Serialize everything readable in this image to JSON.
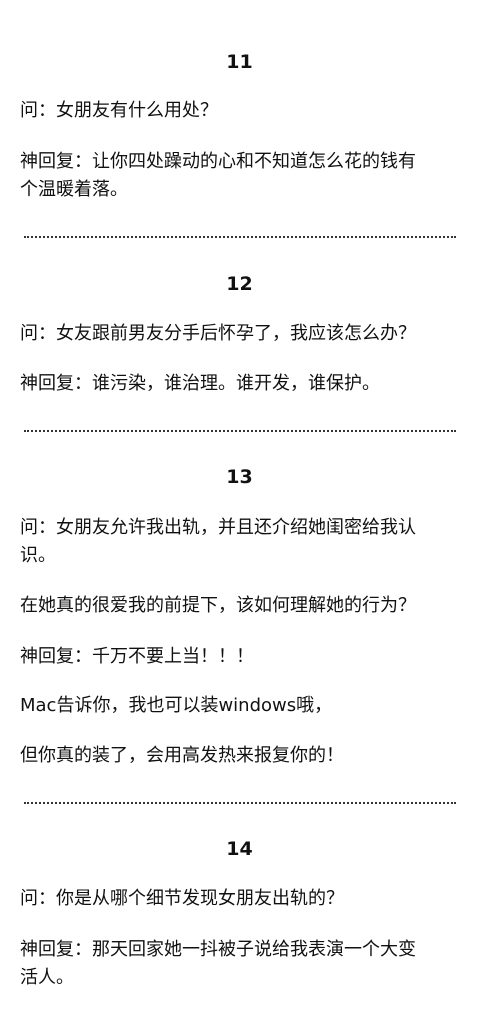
{
  "sections": [
    {
      "number": "11",
      "lines": [
        "问：女朋友有什么用处？",
        "神回复：让你四处躁动的心和不知道怎么花的钱有",
        "个温暖着落。"
      ]
    },
    {
      "number": "12",
      "lines": [
        "问：女友跟前男友分手后怀孕了，我应该怎么办？",
        "神回复：谁污染，谁治理。谁开发，谁保护。"
      ]
    },
    {
      "number": "13",
      "lines": [
        "问：女朋友允许我出轨，并且还介绍她闺密给我认",
        "识。",
        "在她真的很爱我的前提下，该如何理解她的行为？",
        "神回复：千万不要上当！！！",
        "Mac告诉你，我也可以装windows哦，",
        "但你真的装了，会用高发热来报复你的！"
      ]
    },
    {
      "number": "14",
      "lines": [
        "问：你是从哪个细节发现女朋友出轨的？",
        "神回复：那天回家她一抖被子说给我表演一个大变",
        "活人。"
      ]
    }
  ]
}
